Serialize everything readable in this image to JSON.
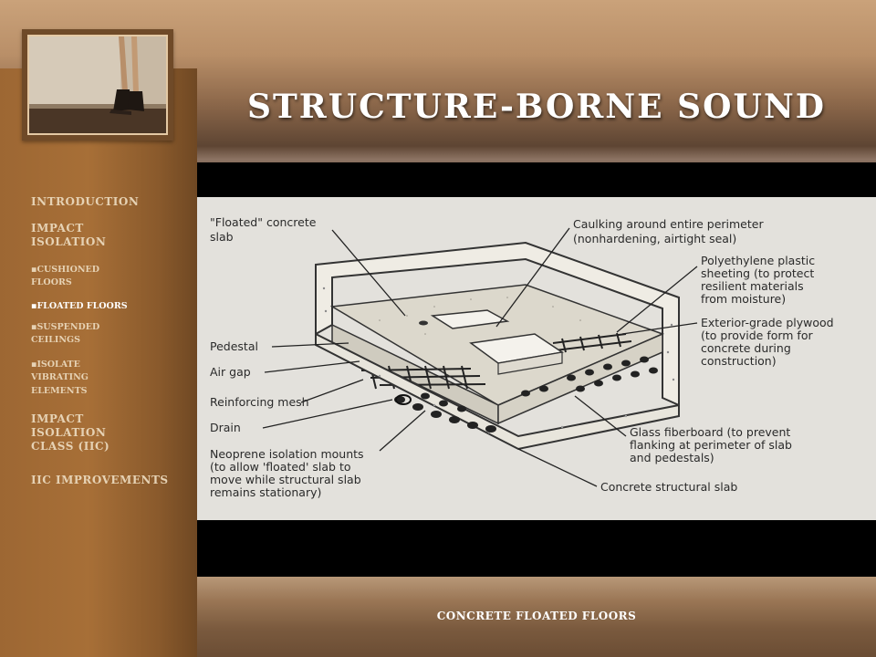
{
  "title": "STRUCTURE-BORNE SOUND",
  "caption": "CONCRETE FLOATED FLOORS",
  "nav": {
    "introduction": "INTRODUCTION",
    "impact_isolation": "IMPACT ISOLATION",
    "cushioned_floors": "▪CUSHIONED FLOORS",
    "floated_floors": "▪FLOATED FLOORS",
    "suspended_ceilings": "▪SUSPENDED CEILINGS",
    "isolate_vibrating": "▪ISOLATE VIBRATING ELEMENTS",
    "iic": "IMPACT ISOLATION CLASS (IIC)",
    "iic_improvements": "IIC IMPROVEMENTS"
  },
  "diagram": {
    "floated_slab_1": "\"Floated\" concrete",
    "floated_slab_2": "slab",
    "pedestal": "Pedestal",
    "air_gap": "Air gap",
    "reinforcing_mesh": "Reinforcing mesh",
    "drain": "Drain",
    "neoprene_1": "Neoprene isolation mounts",
    "neoprene_2": "(to allow 'floated' slab to",
    "neoprene_3": "move while structural slab",
    "neoprene_4": "remains stationary)",
    "caulking_1": "Caulking around entire perimeter",
    "caulking_2": "(nonhardening, airtight seal)",
    "poly_1": "Polyethylene plastic",
    "poly_2": "sheeting (to protect",
    "poly_3": "resilient materials",
    "poly_4": "from moisture)",
    "plywood_1": "Exterior-grade plywood",
    "plywood_2": "(to provide form for",
    "plywood_3": "concrete during",
    "plywood_4": "construction)",
    "glass_1": "Glass fiberboard (to prevent",
    "glass_2": "flanking at perimeter of slab",
    "glass_3": "and pedestals)",
    "structural": "Concrete structural slab"
  }
}
